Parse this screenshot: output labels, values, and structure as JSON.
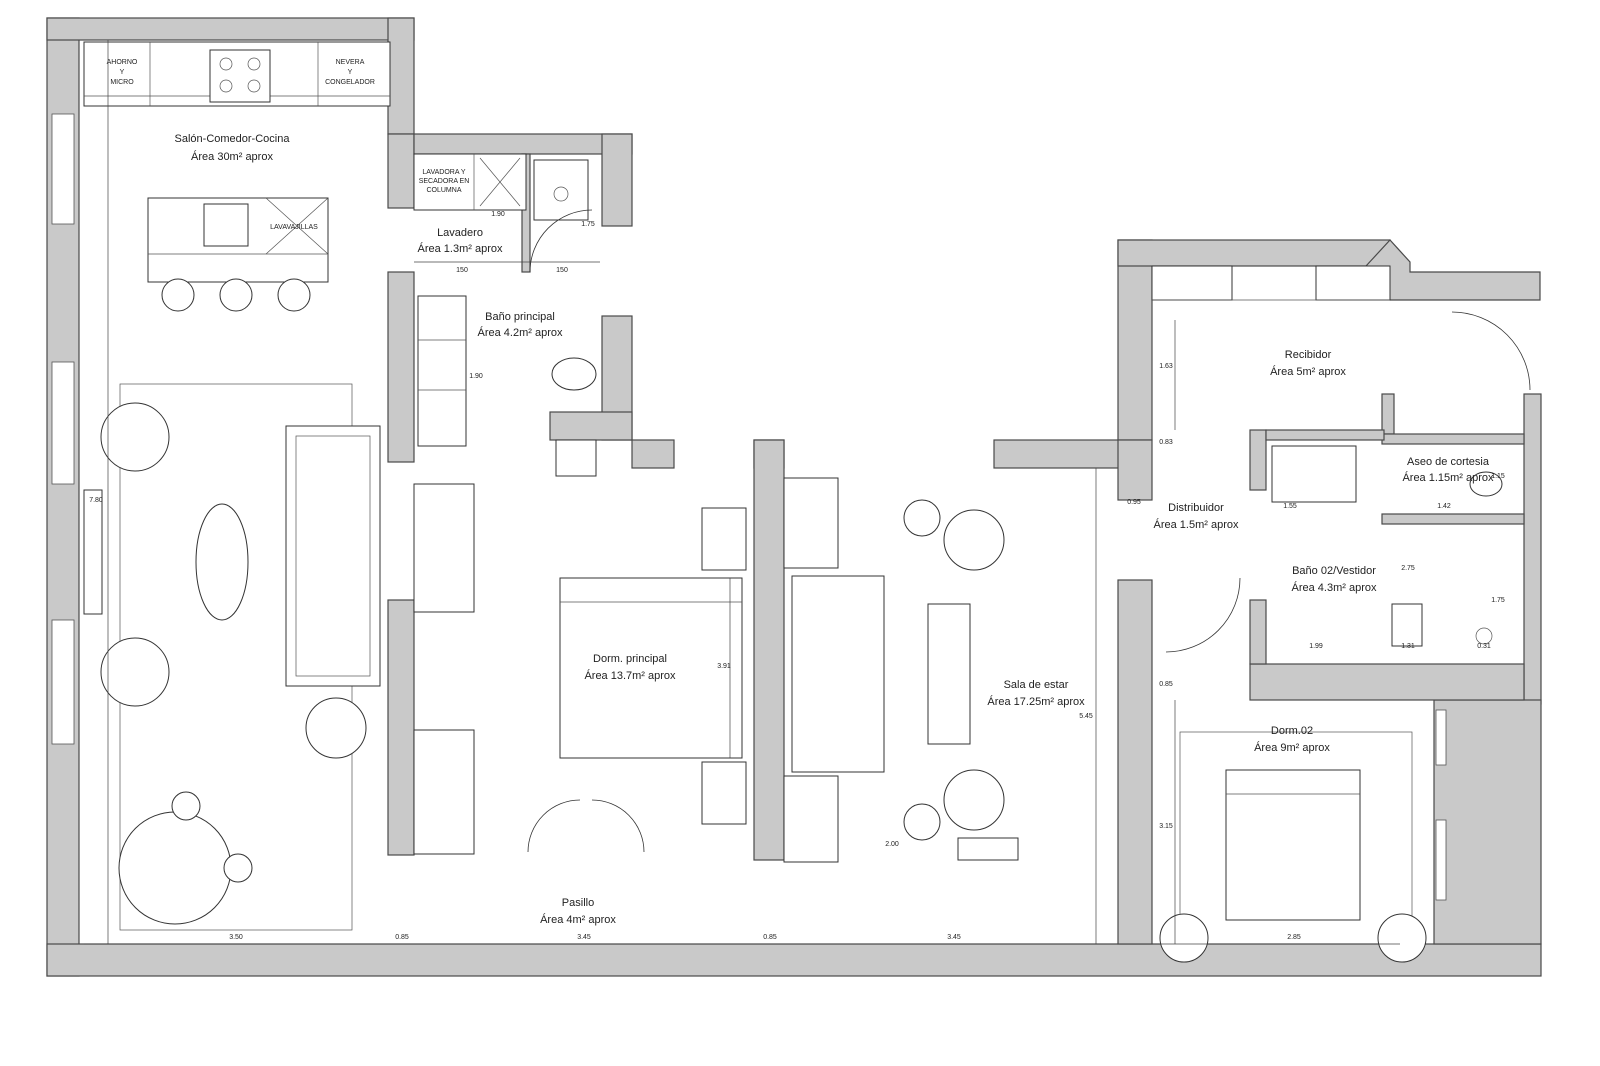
{
  "rooms": {
    "salon": {
      "name": "Salón-Comedor-Cocina",
      "area": "Área 30m² aprox"
    },
    "lavadero": {
      "name": "Lavadero",
      "area": "Área 1.3m² aprox"
    },
    "bano_principal": {
      "name": "Baño principal",
      "area": "Área 4.2m² aprox"
    },
    "dorm_principal": {
      "name": "Dorm. principal",
      "area": "Área 13.7m² aprox"
    },
    "sala": {
      "name": "Sala de estar",
      "area": "Área 17.25m² aprox"
    },
    "pasillo": {
      "name": "Pasillo",
      "area": "Área 4m² aprox"
    },
    "recibidor": {
      "name": "Recibidor",
      "area": "Área 5m² aprox"
    },
    "aseo": {
      "name": "Aseo de cortesia",
      "area": "Área 1.15m² aprox"
    },
    "distribuidor": {
      "name": "Distribuidor",
      "area": "Área 1.5m² aprox"
    },
    "bano02": {
      "name": "Baño 02/Vestidor",
      "area": "Área 4.3m² aprox"
    },
    "dorm02": {
      "name": "Dorm.02",
      "area": "Área 9m² aprox"
    }
  },
  "appliances": {
    "horno_1": "AHORNO",
    "horno_2": "Y",
    "horno_3": "MICRO",
    "nevera_1": "NEVERA",
    "nevera_2": "Y",
    "nevera_3": "CONGELADOR",
    "lavavajillas": "LAVAVAJILLAS",
    "lavadora_1": "LAVADORA Y",
    "lavadora_2": "SECADORA EN",
    "lavadora_3": "COLUMNA"
  },
  "dimensions": {
    "d350": "3.50",
    "d085a": "0.85",
    "d345a": "3.45",
    "d085b": "0.85",
    "d345b": "3.45",
    "d285": "2.85",
    "d780": "7.80",
    "d545": "5.45",
    "d391": "3.91",
    "d315": "3.15",
    "d150a": "150",
    "d150b": "150",
    "d190a": "1.90",
    "d190b": "1.90",
    "d175a": "1.75",
    "d163": "1.63",
    "d083": "0.83",
    "d095": "0.95",
    "d085c": "0.85",
    "d155": "1.55",
    "d142": "1.42",
    "d115": "1.15",
    "d275": "2.75",
    "d175b": "1.75",
    "d199": "1.99",
    "d131": "1.31",
    "d031": "0.31",
    "d200": "2.00"
  }
}
